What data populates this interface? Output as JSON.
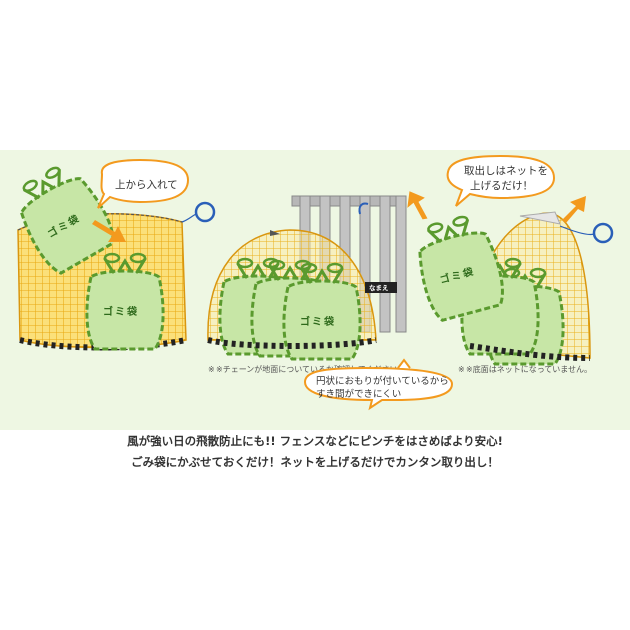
{
  "bag_label": "ゴミ袋",
  "bubbles": {
    "put_from_top": "上から入れて",
    "lift_to_remove_line1": "取出しはネットを",
    "lift_to_remove_line2": "上げるだけ！",
    "weight_gap_line1": "円状におもりが付いているから",
    "weight_gap_line2": "すき間ができにくい"
  },
  "notes": {
    "chain_check": "※チェーンが地面についているか確認してください。",
    "bottom_no_net": "※底面はネットになっていません。"
  },
  "name_tag": "なまえ",
  "captions": {
    "line1": "風が強い日の飛散防止にも!! フェンスなどにピンチをはさめばより安心!",
    "line2": "ごみ袋にかぶせておくだけ！ネットを上げるだけでカンタン取り出し！"
  },
  "colors": {
    "panel_background": "#eef7e3",
    "net_yellow": "#f7c31a",
    "bag_green": "#c7e6a6",
    "bag_outline": "#5a9a2e",
    "arrow_orange": "#f39a1e",
    "ring_blue": "#2a5fb8",
    "note_mark_red": "#e0311d"
  },
  "icons": [
    "trash-bag-icon",
    "up-arrow-icon",
    "down-arrow-icon",
    "hook-ring-icon",
    "fence-icon"
  ]
}
